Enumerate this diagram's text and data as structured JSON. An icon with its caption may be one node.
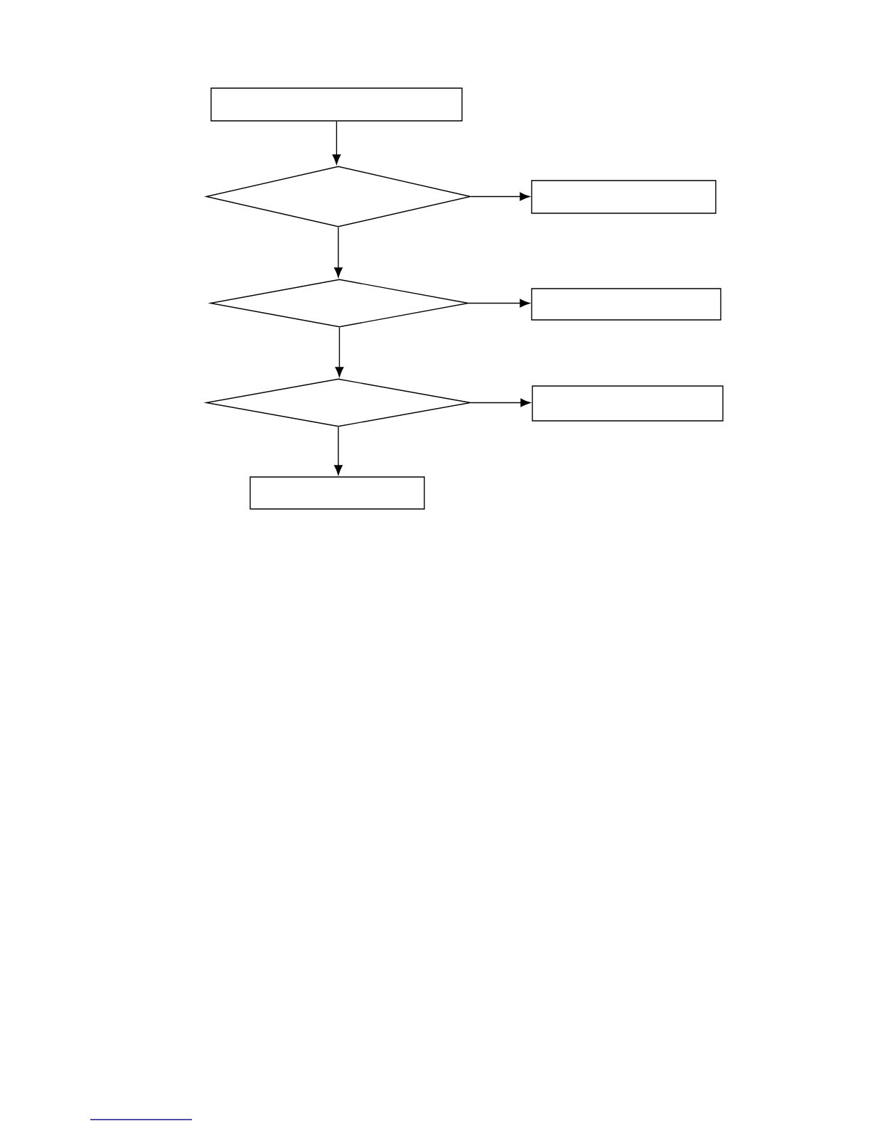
{
  "diagram": {
    "nodes": [
      {
        "text": [],
        "shape": "box"
      },
      {
        "text": [],
        "shape": "diamond"
      },
      {
        "text": [],
        "shape": "box"
      },
      {
        "text": [],
        "shape": "diamond"
      },
      {
        "text": [],
        "shape": "box"
      },
      {
        "text": [],
        "shape": "diamond"
      },
      {
        "text": [],
        "shape": "box"
      },
      {
        "text": [],
        "shape": "box"
      }
    ],
    "edges": [
      {
        "from": 0,
        "to": 1,
        "arrow": "to"
      },
      {
        "from": 1,
        "to": 2,
        "arrow": "to"
      },
      {
        "from": 1,
        "to": 3,
        "arrow": "to"
      },
      {
        "from": 3,
        "to": 4,
        "arrow": "to"
      },
      {
        "from": 3,
        "to": 5,
        "arrow": "to"
      },
      {
        "from": 5,
        "to": 6,
        "arrow": "to"
      },
      {
        "from": 5,
        "to": 7,
        "arrow": "to"
      }
    ]
  }
}
